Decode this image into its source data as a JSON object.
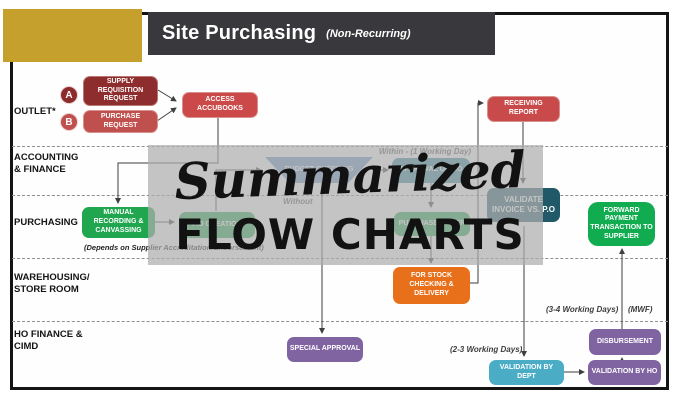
{
  "header": {
    "title": "Site Purchasing",
    "subtitle": "(Non-Recurring)"
  },
  "watermark": {
    "line1": "Summarized",
    "line2": "FLOW CHARTS"
  },
  "lanes": [
    {
      "label": "OUTLET*"
    },
    {
      "label": "ACCOUNTING & FINANCE"
    },
    {
      "label": "PURCHASING"
    },
    {
      "label": "WAREHOUSING/ STORE ROOM"
    },
    {
      "label": "HO FINANCE & CIMD"
    }
  ],
  "markers": [
    {
      "label": "A",
      "color": "#8C2B2B"
    },
    {
      "label": "B",
      "color": "#C0504D"
    }
  ],
  "nodes": {
    "supply_request": {
      "label": "SUPPLY REQUISITION REQUEST",
      "color": "#8E2D2D"
    },
    "purchase_request": {
      "label": "PURCHASE REQUEST",
      "color": "#C0504D"
    },
    "access_accubooks": {
      "label": "ACCESS ACCUBOOKS",
      "color": "#CB4949"
    },
    "receiving_report": {
      "label": "RECEIVING REPORT",
      "color": "#C94A4A"
    },
    "budget_checking": {
      "label": "BUDGET CHECKING",
      "color": "#6E93C4"
    },
    "approval_po": {
      "label": "APPROVAL OF P.O",
      "color": "#31859B"
    },
    "validate_invoice": {
      "label": "VALIDATE INVOICE VS. P.O",
      "color": "#215968"
    },
    "manual_recording": {
      "label": "MANUAL RECORDING & CANVASSING",
      "color": "#1FA64E"
    },
    "po_creation": {
      "label": "P.O CREATION",
      "color": "#1FA64E"
    },
    "purchase_order": {
      "label": "PURCHASE ORDER",
      "color": "#1FA64E"
    },
    "forward_payment": {
      "label": "FORWARD PAYMENT TRANSACTION TO SUPPLIER",
      "color": "#10AC4F"
    },
    "for_stock": {
      "label": "FOR STOCK CHECKING & DELIVERY",
      "color": "#E8701B"
    },
    "special_approval": {
      "label": "SPECIAL APPROVAL",
      "color": "#8064A2"
    },
    "disbursement": {
      "label": "DISBURSEMENT",
      "color": "#8064A2"
    },
    "validation_dept": {
      "label": "VALIDATION BY DEPT",
      "color": "#4BACC6"
    },
    "validation_ho": {
      "label": "VALIDATION BY HO",
      "color": "#8064A2"
    }
  },
  "annotations": {
    "within": "Within - (1 Working Day)",
    "without": "Without",
    "depends": "(Depends on Supplier Accreditation/Endorsement)",
    "days23": "(2-3 Working Days)",
    "days34": "(3-4 Working Days)",
    "mwf": "(MWF)"
  },
  "colors": {
    "header_bg": "#39383C",
    "gold_accent": "#C5A02C",
    "watermark_panel": "#ADADAD",
    "line": "#3F3F3F"
  }
}
